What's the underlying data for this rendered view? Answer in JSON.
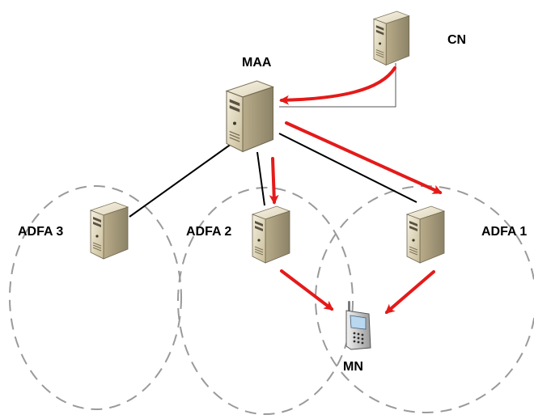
{
  "nodes": {
    "cn": {
      "label": "CN"
    },
    "maa": {
      "label": "MAA"
    },
    "adfa1": {
      "label": "ADFA 1"
    },
    "adfa2": {
      "label": "ADFA 2"
    },
    "adfa3": {
      "label": "ADFA 3"
    },
    "mn": {
      "label": "MN"
    }
  },
  "colors": {
    "signal_arrow": "#e41a1a",
    "link_line": "#000000",
    "cell_border": "#9a9a9a",
    "server_body": "#ddd3b6",
    "server_shade": "#a49a7d"
  },
  "icons": {
    "server": "server-icon",
    "phone": "mobile-phone-icon"
  }
}
